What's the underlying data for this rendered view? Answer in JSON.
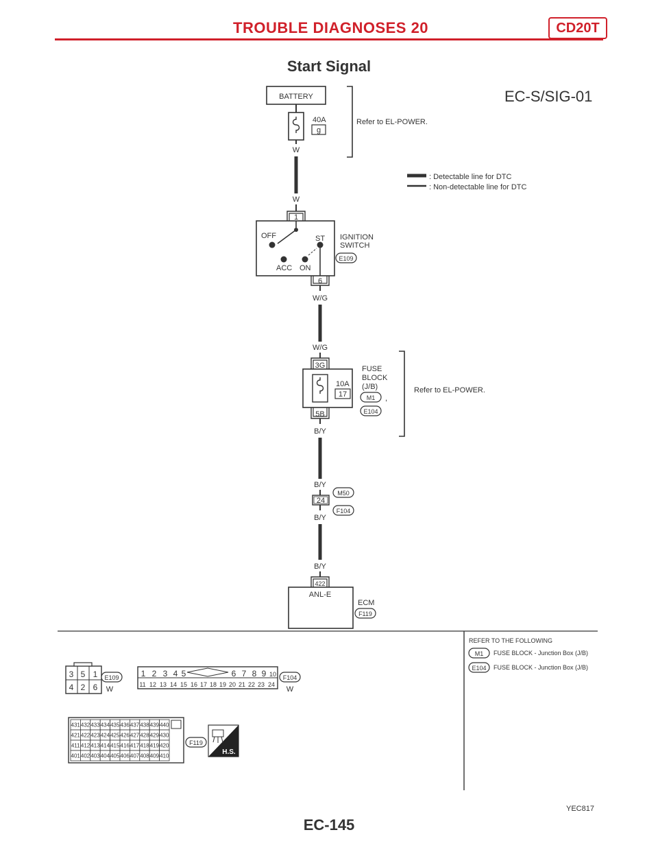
{
  "header": {
    "title": "TROUBLE DIAGNOSES 20",
    "badge": "CD20T"
  },
  "page_title": "Start Signal",
  "diagram_id": "EC-S/SIG-01",
  "battery": {
    "label": "BATTERY",
    "fuse_amp": "40A",
    "fuse_letter": "g",
    "wire": "W"
  },
  "refer_el_power_1": "Refer to EL-POWER.",
  "refer_el_power_2": "Refer to EL-POWER.",
  "legend": {
    "detectable": ": Detectable line for DTC",
    "non_detectable": ": Non-detectable line for DTC"
  },
  "ignition": {
    "wire_in": "W",
    "pin_in": "1",
    "off": "OFF",
    "st": "ST",
    "acc": "ACC",
    "on": "ON",
    "name_line1": "IGNITION",
    "name_line2": "SWITCH",
    "connector": "E109",
    "pin_out": "6",
    "wire_out": "W/G"
  },
  "fuse_block": {
    "wire_in": "W/G",
    "pin_in": "3G",
    "fuse_amp": "10A",
    "fuse_no": "17",
    "name_line1": "FUSE",
    "name_line2": "BLOCK",
    "name_line3": "(J/B)",
    "connector1": "M1",
    "comma": ",",
    "connector2": "E104",
    "pin_out": "5B",
    "wire_out": "B/Y"
  },
  "joint": {
    "wire_in": "B/Y",
    "pin": "24",
    "conn_top": "M50",
    "conn_bottom": "F104",
    "wire_out": "B/Y"
  },
  "ecm": {
    "wire_in": "B/Y",
    "pin": "422",
    "terminal": "ANL-E",
    "name": "ECM",
    "connector": "F119"
  },
  "refer_box": {
    "heading": "REFER TO THE FOLLOWING",
    "items": [
      {
        "connector": "M1",
        "text": "FUSE BLOCK - Junction Box (J/B)"
      },
      {
        "connector": "E104",
        "text": "FUSE BLOCK - Junction Box (J/B)"
      }
    ]
  },
  "connectors": {
    "e109": {
      "label": "E109",
      "color": "W",
      "top": [
        "3",
        "5",
        "1"
      ],
      "bottom": [
        "4",
        "2",
        "6"
      ]
    },
    "f104": {
      "label": "F104",
      "color": "W",
      "top_left": [
        "1",
        "2",
        "3",
        "4",
        "5"
      ],
      "top_right": [
        "6",
        "7",
        "8",
        "9",
        "10"
      ],
      "bottom": [
        "11",
        "12",
        "13",
        "14",
        "15",
        "16",
        "17",
        "18",
        "19",
        "20",
        "21",
        "22",
        "23",
        "24"
      ]
    },
    "f119": {
      "label": "F119",
      "hs": "H.S.",
      "rows": [
        [
          "431",
          "432",
          "433",
          "434",
          "435",
          "436",
          "437",
          "438",
          "439",
          "440"
        ],
        [
          "421",
          "422",
          "423",
          "424",
          "425",
          "426",
          "427",
          "428",
          "429",
          "430"
        ],
        [
          "411",
          "412",
          "413",
          "414",
          "415",
          "416",
          "417",
          "418",
          "419",
          "420"
        ],
        [
          "401",
          "402",
          "403",
          "404",
          "405",
          "406",
          "407",
          "408",
          "409",
          "410"
        ]
      ]
    }
  },
  "figure_code": "YEC817",
  "page_number": "EC-145"
}
